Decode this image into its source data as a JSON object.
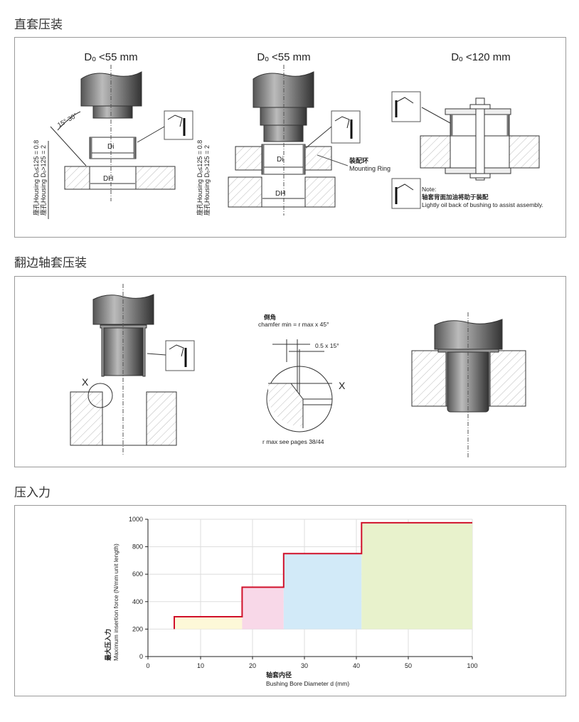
{
  "sections": [
    {
      "title": "直套压装"
    },
    {
      "title": "翻边轴套压装"
    },
    {
      "title": "压入力"
    }
  ],
  "straight": {
    "d1_title": "Dₒ <55 mm",
    "d2_title": "Dₒ <55 mm",
    "d3_title": "Dₒ <120 mm",
    "angle": "15°-30°",
    "di": "Di",
    "dh": "DH",
    "housing_small": "座孔Housing Dₒ≤125 = 0.8",
    "housing_large": "座孔Housing Dₒ>125 = 2",
    "mounting_ring_cn": "装配环",
    "mounting_ring_en": "Mounting Ring",
    "note_label": "Note:",
    "note_cn": "轴套背面加油将助于装配",
    "note_en": "Lightly oil back of bushing to assist assembly."
  },
  "flanged": {
    "x_label": "X",
    "x_label_detail": "X",
    "chamfer_cn": "倒角",
    "chamfer_en": "chamfer min = r max x 45°",
    "angle_small": "0.5 x 15°",
    "rmax_note": "r max see pages 38/44"
  },
  "chart_data": {
    "type": "area",
    "title": "",
    "ylabel_cn": "最大压入力",
    "ylabel": "Maximum insertion force (N/mm unit length)",
    "xlabel_cn": "轴套内径",
    "xlabel": "Bushing Bore Diameter d (mm)",
    "x_ticks": [
      0,
      10,
      20,
      30,
      40,
      50,
      100
    ],
    "y_ticks": [
      0,
      200,
      400,
      600,
      800,
      1000
    ],
    "ylim": [
      0,
      1000
    ],
    "grid": true,
    "line_color": "#d0102a",
    "series": [
      {
        "x_from": 5,
        "x_to": 18,
        "value": 290,
        "base": 200,
        "color": "#fdf8d8"
      },
      {
        "x_from": 18,
        "x_to": 26,
        "value": 505,
        "base": 200,
        "color": "#f8d8e8"
      },
      {
        "x_from": 26,
        "x_to": 41,
        "value": 750,
        "base": 200,
        "color": "#d2eaf8"
      },
      {
        "x_from": 41,
        "x_to": 100,
        "value": 975,
        "base": 200,
        "color": "#e8f2cc"
      }
    ]
  }
}
